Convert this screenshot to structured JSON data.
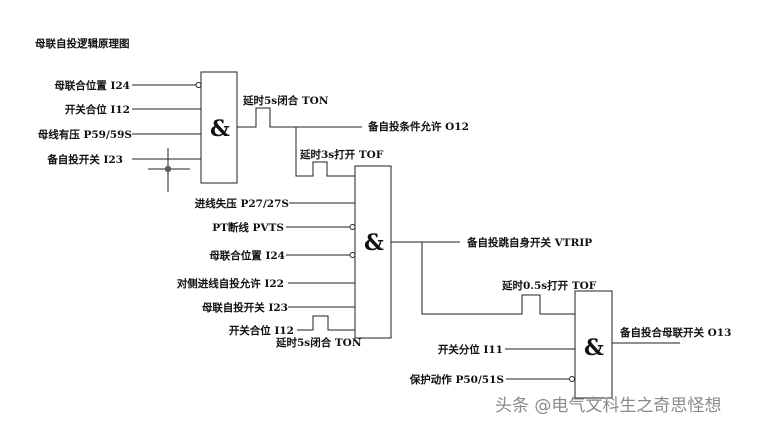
{
  "title": "母联自投逻辑原理图",
  "gate_symbol": "&",
  "gate1": {
    "inputs": [
      "母联合位置 I24",
      "开关合位 I12",
      "母线有压 P59/59S",
      "备自投开关 I23"
    ],
    "delay": "延时5s闭合 TON",
    "output": "备自投条件允许 O12"
  },
  "gate2": {
    "feed_delay": "延时3s打开 TOF",
    "inputs": [
      "进线失压 P27/27S",
      "PT断线 PVTS",
      "母联合位置 I24",
      "对侧进线自投允许 I22",
      "母联自投开关 I23",
      "开关合位 I12"
    ],
    "i12_delay": "延时5s闭合 TON",
    "output": "备自投跳自身开关 VTRIP"
  },
  "gate3": {
    "feed_delay": "延时0.5s打开 TOF",
    "inputs": [
      "开关分位 I11",
      "保护动作 P50/51S"
    ],
    "output": "备自投合母联开关 O13"
  },
  "watermark": "头条 @电气文科生之奇思怪想"
}
